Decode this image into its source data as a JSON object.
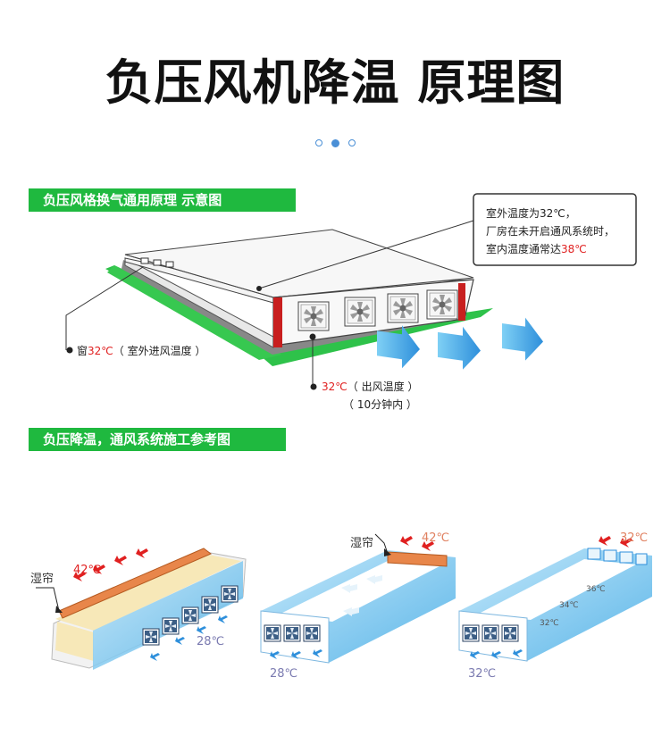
{
  "page": {
    "title": "负压风机降温 原理图",
    "carousel": {
      "count": 3,
      "active_index": 1
    }
  },
  "section1": {
    "banner": "负压风格换气通用原理 示意图",
    "callout_lines": [
      "室外温度为32℃，",
      "厂房在未开启通风系统时，",
      "室内温度通常达"
    ],
    "callout_hot_value": "38℃",
    "window_label_prefix": "窗",
    "window_temp": "32℃",
    "window_label_suffix": "（ 室外进风温度 ）",
    "outlet_temp": "32℃",
    "outlet_label": "（ 出风温度 ）",
    "outlet_time": "（ 10分钟内 ）"
  },
  "section2": {
    "banner": "负压降温，通风系统施工参考图",
    "diagram_a": {
      "curtain_label": "湿帘",
      "inlet_temp": "42℃",
      "outlet_temp": "28℃"
    },
    "diagram_b": {
      "curtain_label": "湿帘",
      "inlet_temp": "42℃",
      "outlet_temp": "28℃"
    },
    "diagram_c": {
      "inlet_temp": "32℃",
      "outlet_temp": "32℃",
      "gradient_temps": [
        "32℃",
        "34℃",
        "36℃"
      ]
    }
  },
  "colors": {
    "banner_green": "#1fb93f",
    "ground_green": "#2ec24a",
    "accent_red": "#e02020",
    "air_blue": "#3aa0e0",
    "curtain_orange": "#e8864a",
    "dot_blue": "#4a8fd6"
  }
}
